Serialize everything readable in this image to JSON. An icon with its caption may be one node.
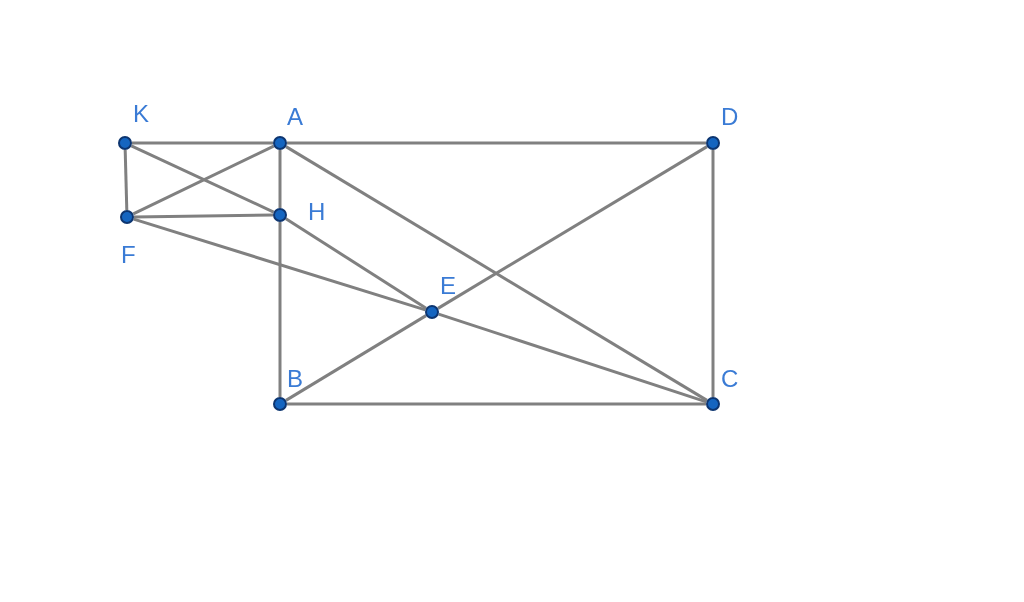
{
  "diagram": {
    "nodes": [
      {
        "text": [],
        "shape": "circle",
        "beside": [
          "K"
        ]
      },
      {
        "text": [],
        "shape": "circle",
        "beside": [
          "A"
        ]
      },
      {
        "text": [],
        "shape": "circle",
        "beside": [
          "D"
        ]
      },
      {
        "text": [],
        "shape": "circle",
        "beside": [
          "F"
        ]
      },
      {
        "text": [],
        "shape": "circle",
        "beside": [
          "H"
        ]
      },
      {
        "text": [],
        "shape": "circle",
        "beside": [
          "E"
        ]
      },
      {
        "text": [],
        "shape": "circle",
        "beside": [
          "B"
        ]
      },
      {
        "text": [],
        "shape": "circle",
        "beside": [
          "C"
        ]
      }
    ],
    "edges": [
      {
        "from": 0,
        "to": 1,
        "arrow": "none"
      },
      {
        "from": 1,
        "to": 2,
        "arrow": "none"
      },
      {
        "from": 2,
        "to": 7,
        "arrow": "none"
      },
      {
        "from": 6,
        "to": 7,
        "arrow": "none"
      },
      {
        "from": 1,
        "to": 4,
        "arrow": "none"
      },
      {
        "from": 4,
        "to": 6,
        "arrow": "none"
      },
      {
        "from": 0,
        "to": 3,
        "arrow": "none"
      },
      {
        "from": 3,
        "to": 1,
        "arrow": "none"
      },
      {
        "from": 3,
        "to": 4,
        "arrow": "none"
      },
      {
        "from": 0,
        "to": 4,
        "arrow": "none"
      },
      {
        "from": 4,
        "to": 5,
        "arrow": "none"
      },
      {
        "from": 3,
        "to": 5,
        "arrow": "none"
      },
      {
        "from": 5,
        "to": 7,
        "arrow": "none"
      },
      {
        "from": 6,
        "to": 5,
        "arrow": "none"
      },
      {
        "from": 5,
        "to": 2,
        "arrow": "none"
      },
      {
        "from": 1,
        "to": 7,
        "arrow": "none"
      }
    ]
  }
}
